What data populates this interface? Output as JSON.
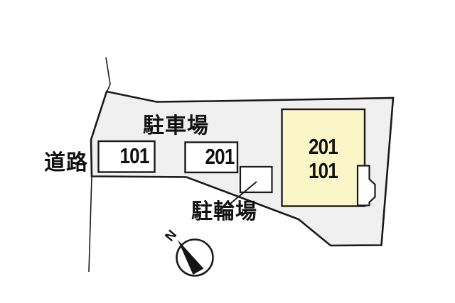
{
  "site_plan": {
    "road_label": "道路",
    "parking_area_label": "駐車場",
    "parking_spaces": [
      {
        "label": "101"
      },
      {
        "label": "201"
      }
    ],
    "building": {
      "unit_labels": [
        "201",
        "101"
      ]
    },
    "bicycle_parking_label": "駐輪場",
    "compass_north_label": "N",
    "colors": {
      "background": "#FFFFFF",
      "site_fill": "#F0F0F0",
      "building_fill": "#FBF6C7",
      "outline": "#1A1A1A"
    }
  }
}
